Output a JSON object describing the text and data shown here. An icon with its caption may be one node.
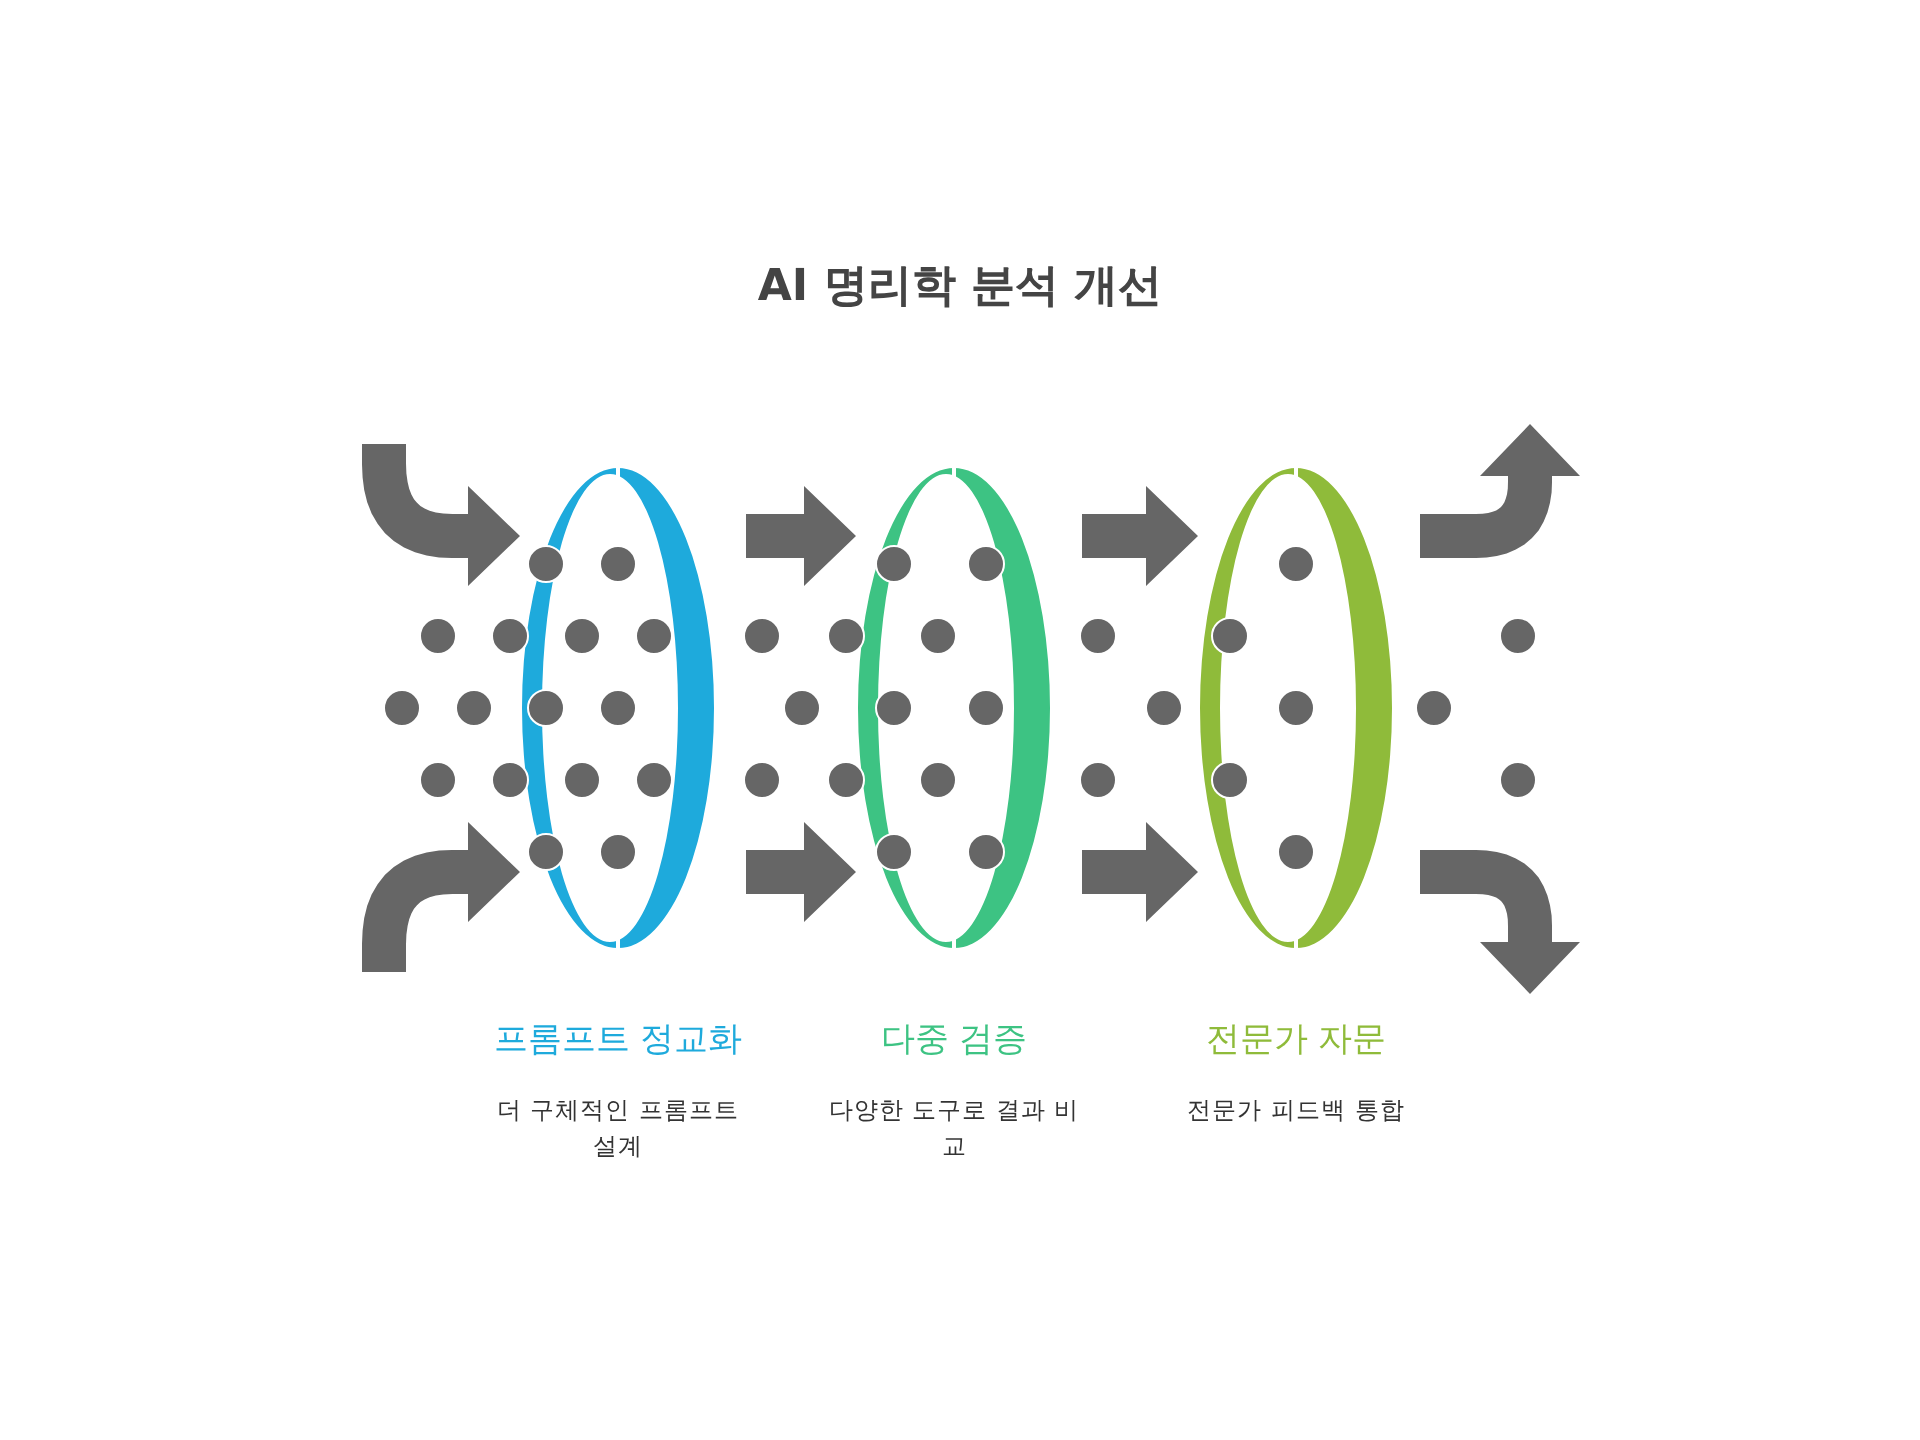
{
  "diagram": {
    "title": "AI 명리학 분석 개선",
    "nodes": [
      {
        "text": [
          "프롬프트 정교화",
          "더 구체적인 프롬프트 설계"
        ]
      },
      {
        "text": [
          "다중 검증",
          "다양한 도구로 결과 비교"
        ]
      },
      {
        "text": [
          "전문가 자문",
          "전문가 피드백 통합"
        ]
      }
    ],
    "edges": [
      {
        "from": null,
        "to": 0,
        "arrow": "to"
      },
      {
        "from": null,
        "to": 0,
        "arrow": "to"
      },
      {
        "from": 0,
        "to": 1,
        "arrow": "to"
      },
      {
        "from": 0,
        "to": 1,
        "arrow": "to"
      },
      {
        "from": 1,
        "to": 2,
        "arrow": "to"
      },
      {
        "from": 1,
        "to": 2,
        "arrow": "to"
      },
      {
        "from": 2,
        "to": null,
        "arrow": "to"
      },
      {
        "from": 2,
        "to": null,
        "arrow": "to"
      }
    ]
  }
}
